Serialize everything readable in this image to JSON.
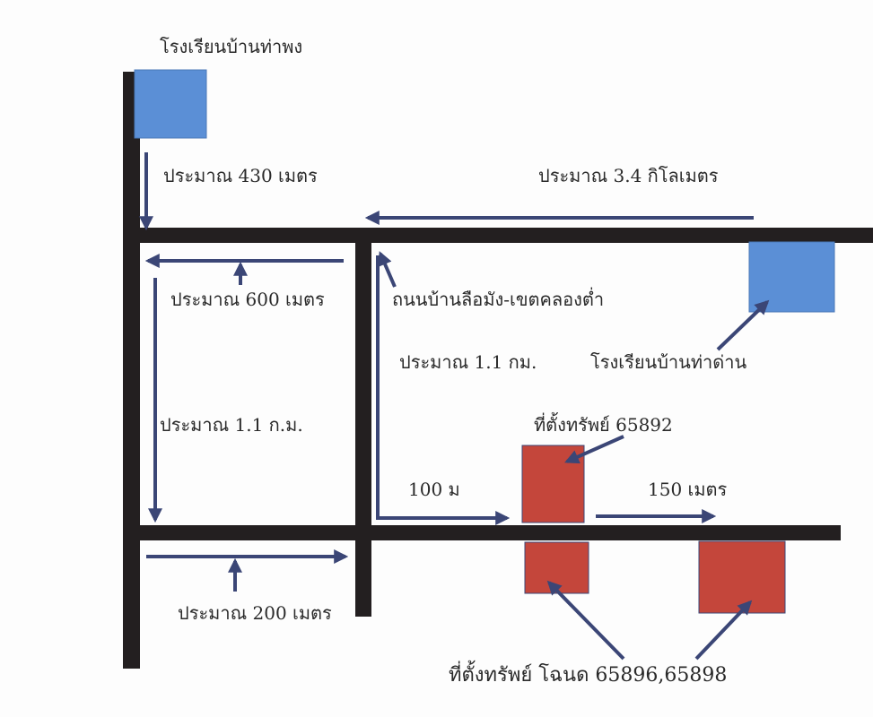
{
  "labels": {
    "school_thapong": "โรงเรียนบ้านท่าพง",
    "dist_430": "ประมาณ 430 เมตร",
    "dist_3_4": "ประมาณ 3.4 กิโลเมตร",
    "dist_600": "ประมาณ 600 เมตร",
    "road_name": "ถนนบ้านลือมัง-เขตคลองต่ำ",
    "dist_1_1_right": "ประมาณ 1.1 กม.",
    "school_thadan": "โรงเรียนบ้านท่าด่าน",
    "dist_1_1_left": "ประมาณ 1.1 ก.ม.",
    "property_65892": "ที่ตั้งทรัพย์ 65892",
    "dist_100": "100 ม",
    "dist_150": "150 เมตร",
    "dist_200": "ประมาณ 200 เมตร",
    "property_65896_65898": "ที่ตั้งทรัพย์ โฉนด 65896,65898"
  },
  "colors": {
    "road": "#231f20",
    "school": "#5b8fd6",
    "property": "#c4463b",
    "arrow": "#3b4676"
  }
}
